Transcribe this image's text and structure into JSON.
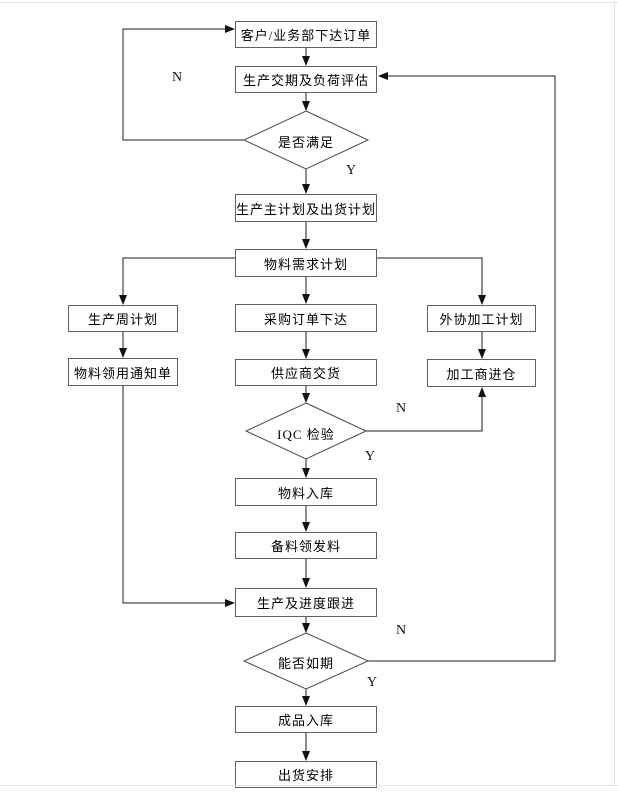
{
  "diagram": {
    "type": "flowchart",
    "language": "zh-CN",
    "topic": "production planning and material flow"
  },
  "nodes": {
    "order": "客户/业务部下达订单",
    "evaluation": "生产交期及负荷评估",
    "satisfied": "是否满足",
    "master_plan": "生产主计划及出货计划",
    "mrp": "物料需求计划",
    "weekly_plan": "生产周计划",
    "material_notice": "物料领用通知单",
    "purchase_order": "采购订单下达",
    "supplier_delivery": "供应商交货",
    "outsourcing_plan": "外协加工计划",
    "processor_in": "加工商进仓",
    "iqc": "IQC 检验",
    "material_in": "物料入库",
    "material_issue": "备料领发料",
    "follow_up": "生产及进度跟进",
    "on_schedule": "能否如期",
    "finished_in": "成品入库",
    "shipping": "出货安排"
  },
  "branch_labels": {
    "satisfied_no": "N",
    "satisfied_yes": "Y",
    "iqc_no": "N",
    "iqc_yes": "Y",
    "schedule_no": "N",
    "schedule_yes": "Y"
  },
  "connections": [
    {
      "from": "order",
      "to": "evaluation"
    },
    {
      "from": "evaluation",
      "to": "satisfied"
    },
    {
      "from": "satisfied",
      "to": "order",
      "label": "N"
    },
    {
      "from": "satisfied",
      "to": "master_plan",
      "label": "Y"
    },
    {
      "from": "master_plan",
      "to": "mrp"
    },
    {
      "from": "mrp",
      "to": "weekly_plan"
    },
    {
      "from": "mrp",
      "to": "purchase_order"
    },
    {
      "from": "mrp",
      "to": "outsourcing_plan"
    },
    {
      "from": "weekly_plan",
      "to": "material_notice"
    },
    {
      "from": "material_notice",
      "to": "follow_up"
    },
    {
      "from": "purchase_order",
      "to": "supplier_delivery"
    },
    {
      "from": "supplier_delivery",
      "to": "iqc"
    },
    {
      "from": "iqc",
      "to": "processor_in",
      "label": "N"
    },
    {
      "from": "iqc",
      "to": "material_in",
      "label": "Y"
    },
    {
      "from": "outsourcing_plan",
      "to": "processor_in"
    },
    {
      "from": "material_in",
      "to": "material_issue"
    },
    {
      "from": "material_issue",
      "to": "follow_up"
    },
    {
      "from": "follow_up",
      "to": "on_schedule"
    },
    {
      "from": "on_schedule",
      "to": "evaluation",
      "label": "N"
    },
    {
      "from": "on_schedule",
      "to": "finished_in",
      "label": "Y"
    },
    {
      "from": "finished_in",
      "to": "shipping"
    }
  ],
  "colors": {
    "line": "#1c1c1c",
    "box_border": "#606060",
    "text": "#000000",
    "page_edge": "#e2e2e2"
  }
}
